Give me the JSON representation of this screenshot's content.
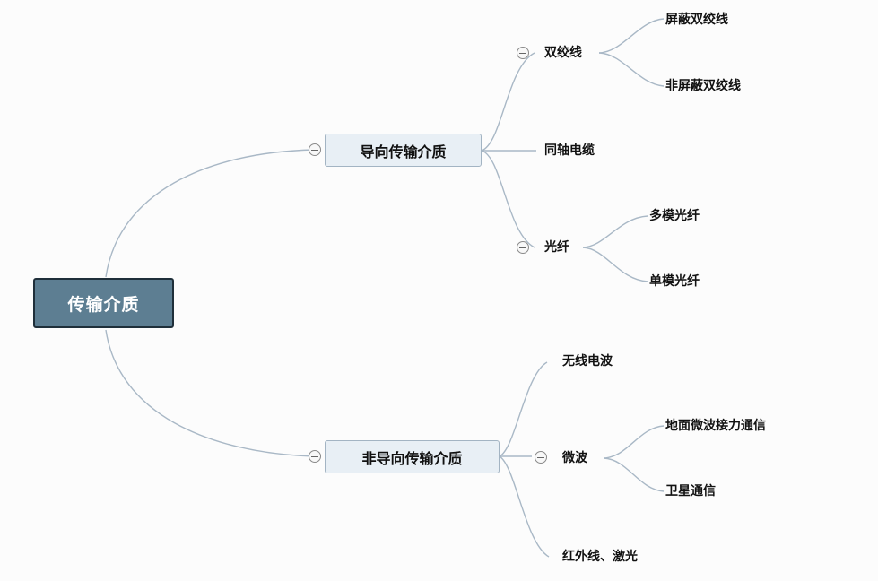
{
  "mindmap": {
    "root": {
      "label": "传输介质"
    },
    "guided": {
      "label": "导向传输介质",
      "children": {
        "twisted_pair": {
          "label": "双绞线",
          "children": [
            "屏蔽双绞线",
            "非屏蔽双绞线"
          ]
        },
        "coax": {
          "label": "同轴电缆"
        },
        "fiber": {
          "label": "光纤",
          "children": [
            "多模光纤",
            "单模光纤"
          ]
        }
      }
    },
    "unguided": {
      "label": "非导向传输介质",
      "children": {
        "radio": {
          "label": "无线电波"
        },
        "microwave": {
          "label": "微波",
          "children": [
            "地面微波接力通信",
            "卫星通信"
          ]
        },
        "infrared": {
          "label": "红外线、激光"
        }
      }
    }
  }
}
